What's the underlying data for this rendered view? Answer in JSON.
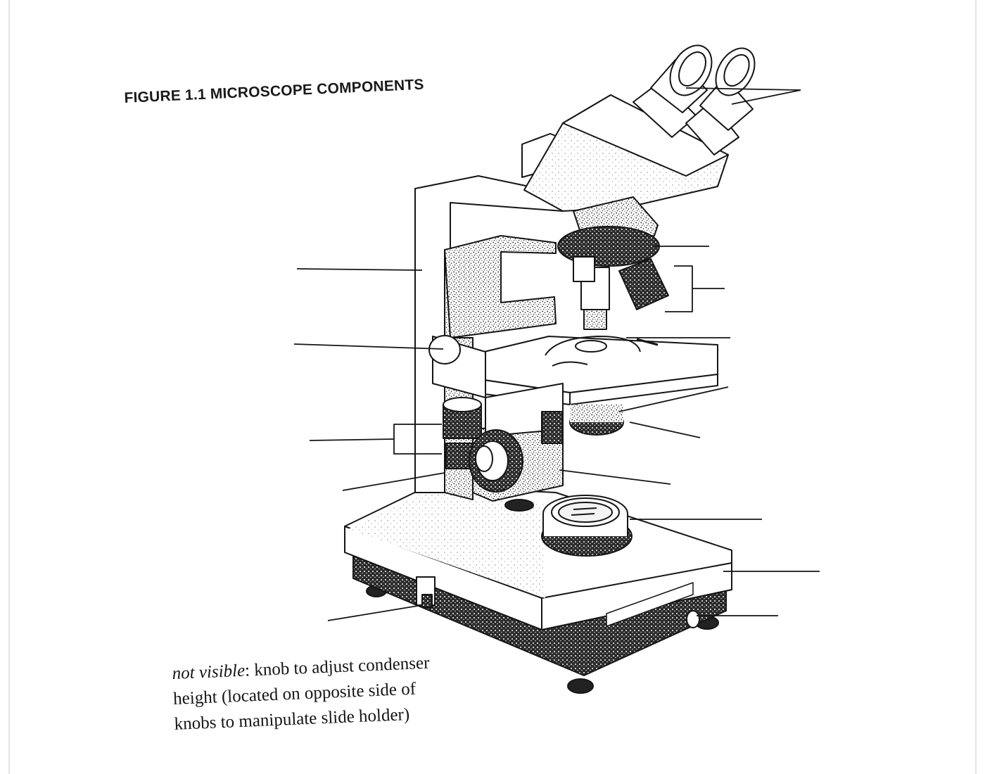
{
  "figure": {
    "title": "FIGURE 1.1 MICROSCOPE COMPONENTS"
  },
  "note": {
    "emphasis": "not visible",
    "line1_rest": ":  knob to adjust condenser",
    "line2": "height  (located on opposite side of",
    "line3": "knobs to manipulate slide holder)"
  },
  "colors": {
    "ink": "#151515",
    "paper": "#ffffff",
    "stipple": "#6b6b6b"
  }
}
